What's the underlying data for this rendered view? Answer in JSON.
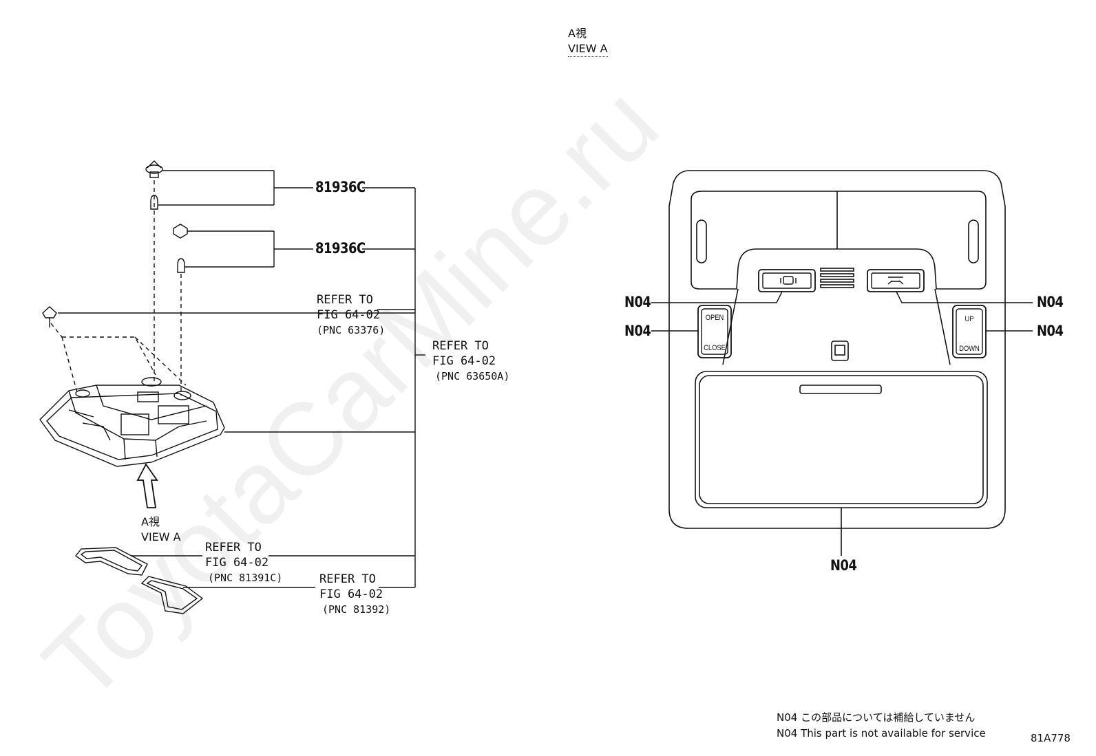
{
  "watermark": "ToyotaCarMine.ru",
  "view_header": {
    "jp": "A視",
    "en": "VIEW A"
  },
  "view_arrow_label": {
    "jp": "A視",
    "en": "VIEW A"
  },
  "parts": {
    "clip_upper": "81936C",
    "clip_lower": "81936C",
    "refer_63376": {
      "line1": "REFER TO",
      "line2": "FIG 64-02",
      "line3": "(PNC 63376)"
    },
    "refer_63650a": {
      "line1": "REFER TO",
      "line2": "FIG 64-02",
      "line3": "(PNC 63650A)"
    },
    "refer_81391c": {
      "line1": "REFER TO",
      "line2": "FIG 64-02",
      "line3": "(PNC 81391C)"
    },
    "refer_81392": {
      "line1": "REFER TO",
      "line2": "FIG 64-02",
      "line3": "(PNC 81392)"
    }
  },
  "view_a": {
    "callouts": [
      "N04",
      "N04",
      "N04",
      "N04",
      "N04"
    ],
    "buttons": {
      "open": "OPEN",
      "close": "CLOSE",
      "up": "UP",
      "down": "DOWN"
    }
  },
  "footnote": {
    "jp": "N04 この部品については補給していません",
    "en": "N04 This part is not available for service"
  },
  "figure_id": "81A778"
}
